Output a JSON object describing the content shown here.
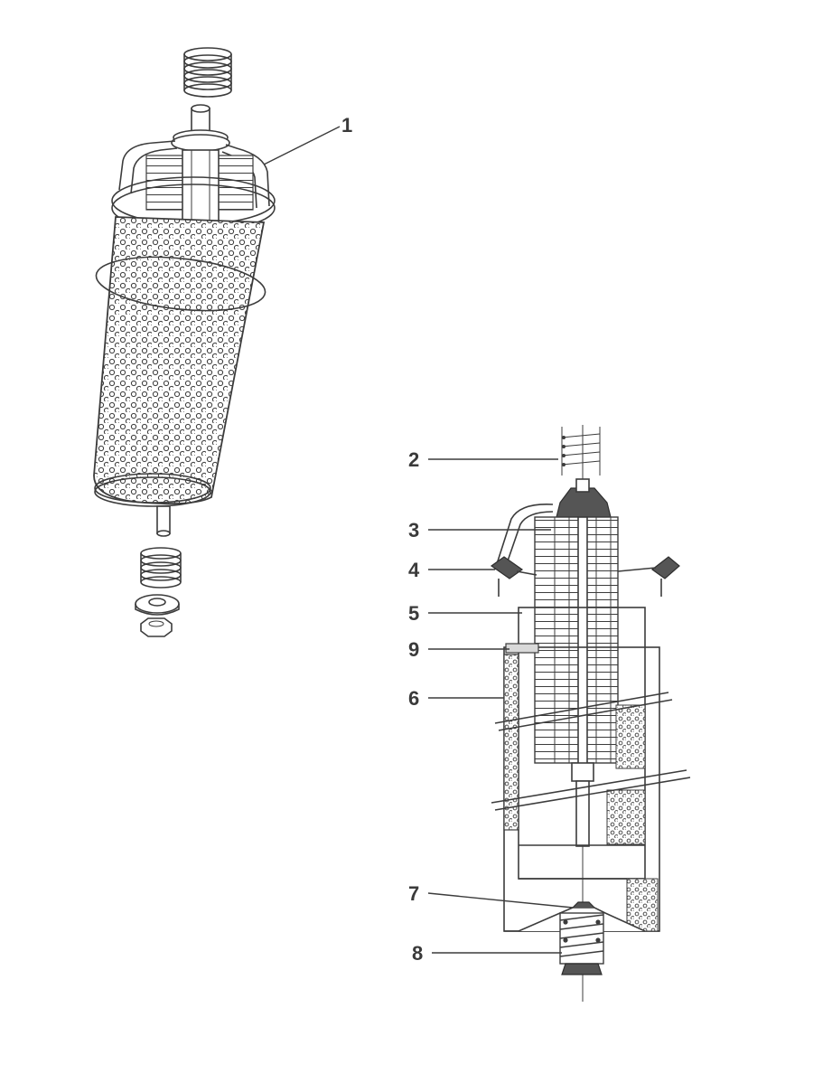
{
  "figure": {
    "callouts": [
      {
        "id": "1",
        "text": "1"
      },
      {
        "id": "2",
        "text": "2"
      },
      {
        "id": "3",
        "text": "3"
      },
      {
        "id": "4",
        "text": "4"
      },
      {
        "id": "5",
        "text": "5"
      },
      {
        "id": "9",
        "text": "9"
      },
      {
        "id": "6",
        "text": "6"
      },
      {
        "id": "7",
        "text": "7"
      },
      {
        "id": "8",
        "text": "8"
      }
    ]
  }
}
